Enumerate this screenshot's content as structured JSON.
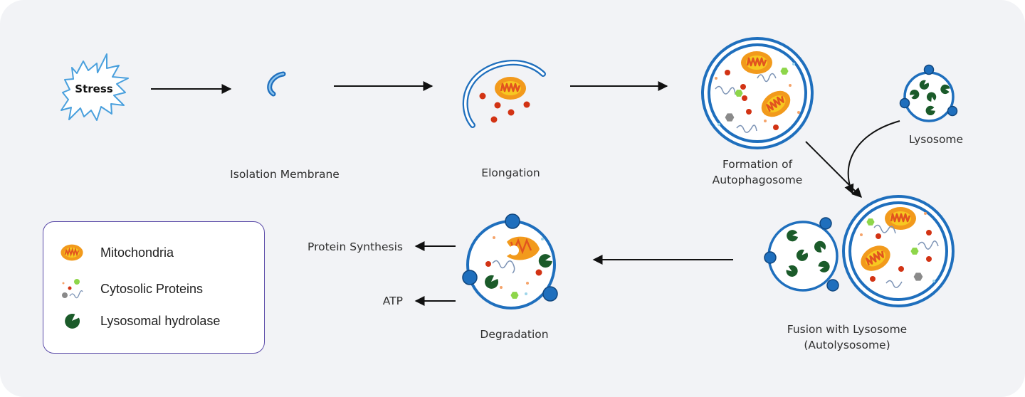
{
  "colors": {
    "membrane": "#1f6fbd",
    "mito_outer": "#f29a1c",
    "mito_inner": "#f7c821",
    "mito_stripe": "#e2541f",
    "hydrolase": "#1b5b2a",
    "protein_red": "#d23314",
    "protein_green": "#8ed64a",
    "protein_gray": "#8a8a8a",
    "arrow": "#111111",
    "legend_border": "#5a4aa8"
  },
  "stages": {
    "stress": "Stress",
    "isolation": "Isolation Membrane",
    "elongation": "Elongation",
    "formation_line1": "Formation of",
    "formation_line2": "Autophagosome",
    "lysosome": "Lysosome",
    "fusion_line1": "Fusion with Lysosome",
    "fusion_line2": "(Autolysosome)",
    "degradation": "Degradation"
  },
  "outputs": {
    "protein_synthesis": "Protein Synthesis",
    "atp": "ATP"
  },
  "legend": {
    "items": [
      {
        "icon": "mitochondria-icon",
        "label": "Mitochondria"
      },
      {
        "icon": "cytosolic-proteins-icon",
        "label": "Cytosolic Proteins"
      },
      {
        "icon": "lysosomal-hydrolase-icon",
        "label": "Lysosomal hydrolase"
      }
    ]
  }
}
